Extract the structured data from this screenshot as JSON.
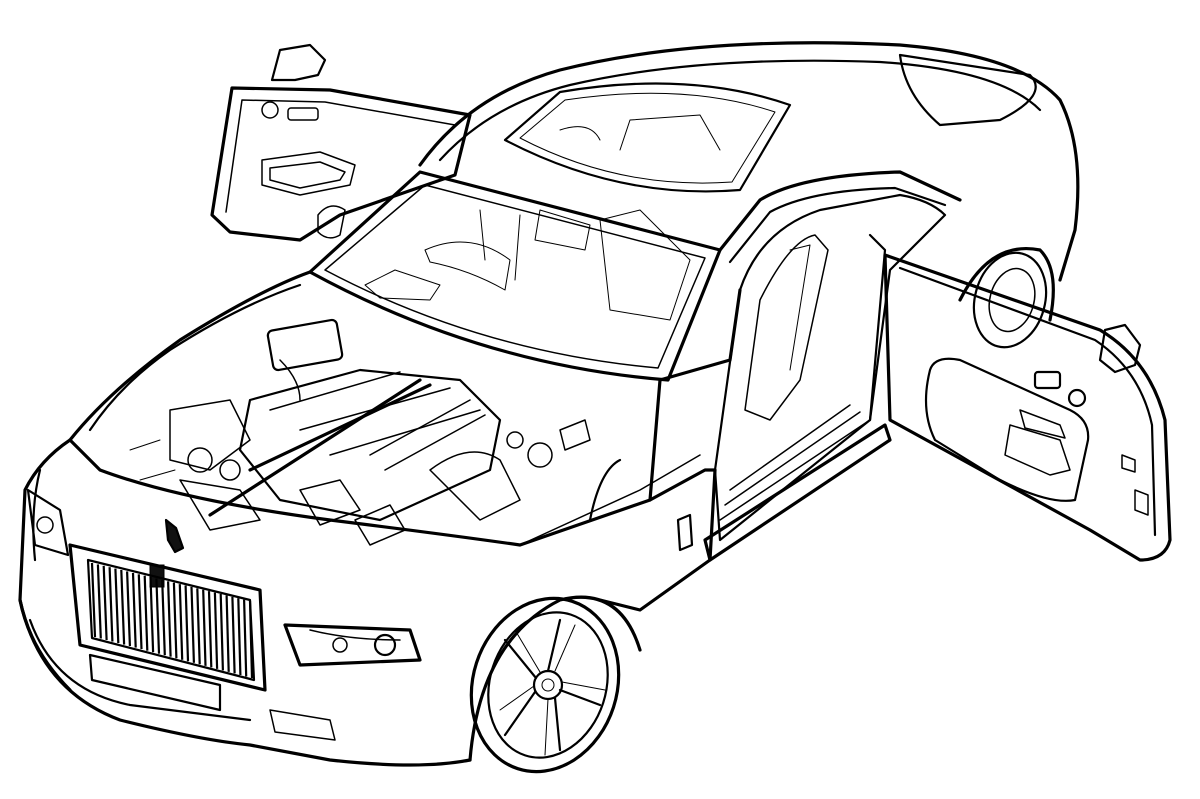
{
  "image": {
    "kind": "line-art illustration",
    "background_color": "#ffffff",
    "line_color": "#000000",
    "subject_parts": [
      "car-body",
      "open-rear-left-door",
      "open-right-door",
      "sunroof",
      "windshield",
      "engine-bay",
      "front-grille",
      "front-wheel",
      "rear-wheel"
    ],
    "plate_text": "",
    "hood_ornament": "spirit-figure"
  }
}
